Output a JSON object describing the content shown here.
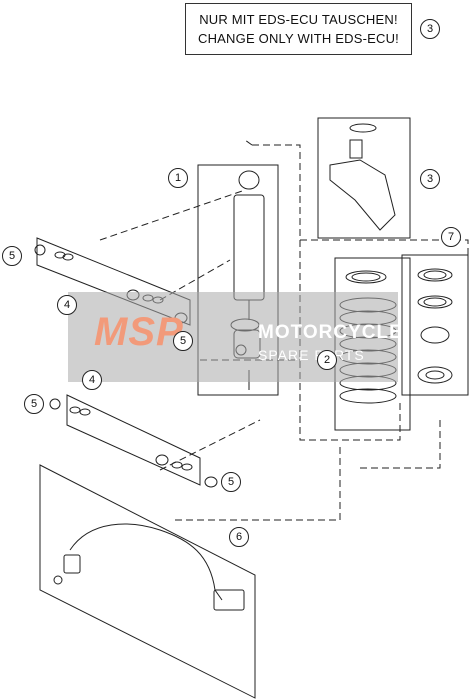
{
  "warning": {
    "line_de": "NUR MIT EDS-ECU TAUSCHEN!",
    "line_en": "CHANGE ONLY WITH EDS-ECU!"
  },
  "callouts": {
    "c1": "1",
    "c2": "2",
    "c3_top": "3",
    "c3_ecu": "3",
    "c4_upper": "4",
    "c4_lower": "4",
    "c5_a": "5",
    "c5_b": "5",
    "c5_c": "5",
    "c5_d": "5",
    "c6": "6",
    "c7": "7"
  },
  "watermark": {
    "logo": "MSP",
    "brand": "MOTORCYCLE",
    "sub": "SPARE PARTS"
  }
}
